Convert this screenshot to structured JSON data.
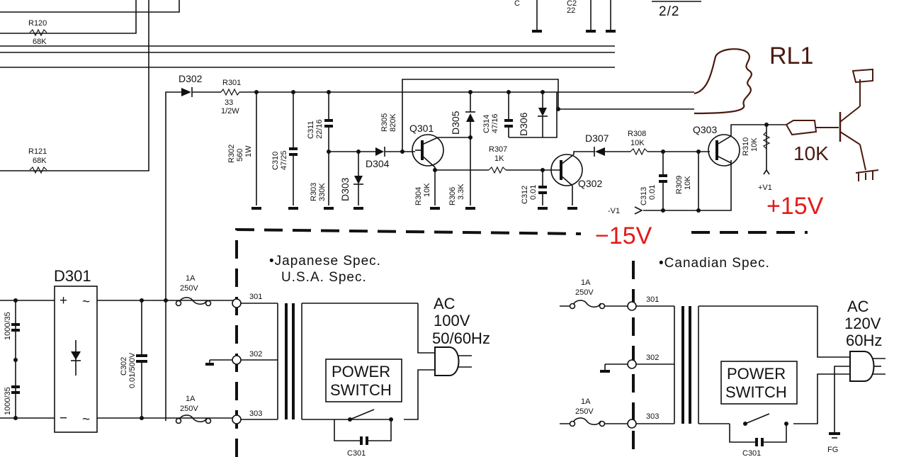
{
  "labels": {
    "page_ref": "2/2",
    "c_top1": "C",
    "c_top2": "C2",
    "c_top2_val": "22",
    "r120": "R120",
    "r120_val": "68K",
    "r121": "R121",
    "r121_val": "68K",
    "d302": "D302",
    "r301": "R301",
    "r301_val1": "33",
    "r301_val2": "1/2W",
    "r302": "R302",
    "r302_val1": "560",
    "r302_val2": "1W",
    "c310": "C310",
    "c310_val": "47/25",
    "c311": "C311",
    "c311_val": "22/16",
    "r303": "R303",
    "r303_val": "330K",
    "d303": "D303",
    "d304": "D304",
    "r305": "R305",
    "r305_val": "820K",
    "q301": "Q301",
    "d305": "D305",
    "c314": "C314",
    "c314_val": "47/16",
    "d306": "D306",
    "r304": "R304",
    "r304_val": "10K",
    "r306": "R306",
    "r306_val": "3.3K",
    "r307": "R307",
    "r307_val": "1K",
    "c312": "C312",
    "c312_val": "0.01",
    "q302": "Q302",
    "d307": "D307",
    "r308": "R308",
    "r308_val": "10K",
    "c313": "C313",
    "c313_val": "0.01",
    "r309": "R309",
    "r309_val": "10K",
    "q303": "Q303",
    "r310": "R310",
    "r310_val": "10K",
    "v1_pos": "+V1",
    "v1_neg": "-V1",
    "d301": "D301",
    "plus": "+",
    "minus": "−",
    "tilde": "~",
    "c_left1": "1000/35",
    "c_left2": "1000/35",
    "c302": "C302",
    "c302_val": "0.01/500V",
    "fuse_cur": "1A",
    "fuse_volt": "250V",
    "t301": "301",
    "t302": "302",
    "t303": "303",
    "japan_spec": "•Japanese Spec.",
    "usa_spec": "U.S.A. Spec.",
    "canada_spec": "•Canadian Spec.",
    "ac": "AC",
    "ac_jp_v": "100V",
    "ac_jp_hz": "50/60Hz",
    "ac_ca_v": "120V",
    "ac_ca_hz": "60Hz",
    "power": "POWER",
    "switch": "SWITCH",
    "c301": "C301",
    "fg": "FG"
  },
  "annotations": {
    "rl1": "RL1",
    "res_10k": "10K",
    "plus15": "+15V",
    "minus15": "−15V"
  },
  "colors": {
    "ink": "#111111",
    "annotation_red": "#e31b1b",
    "annotation_brown": "#4a1a10"
  }
}
